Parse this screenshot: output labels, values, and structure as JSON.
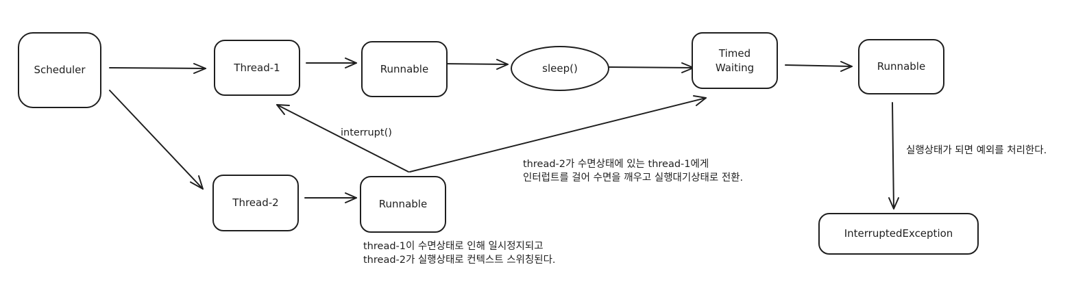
{
  "nodes": {
    "scheduler": "Scheduler",
    "thread1": "Thread-1",
    "runnable1": "Runnable",
    "sleep": "sleep()",
    "timed_waiting": "Timed\nWaiting",
    "runnable3": "Runnable",
    "thread2": "Thread-2",
    "runnable2": "Runnable",
    "interrupted_exception": "InterruptedException"
  },
  "labels": {
    "interrupt": "interrupt()",
    "thread2_interrupt_note": "thread-2가 수면상태에 있는 thread-1에게\n인터럽트를 걸어 수면을 깨우고 실행대기상태로 전환.",
    "context_switch_note": "thread-1이 수면상태로 인해 일시정지되고\nthread-2가 실행상태로 컨텍스트 스위칭된다.",
    "exception_note": "실행상태가 되면 예외를 처리한다."
  }
}
